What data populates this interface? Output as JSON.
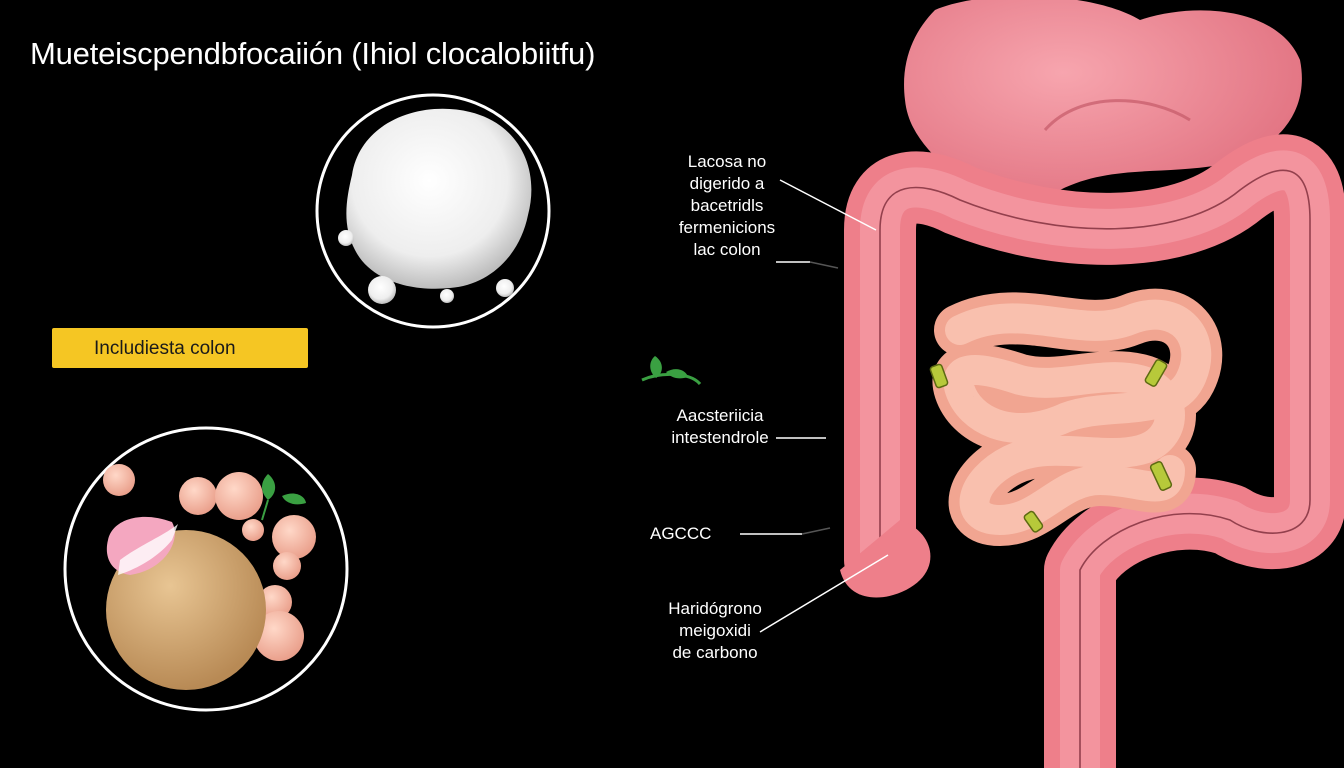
{
  "title": "Mueteiscpendbfocaiión (Ihiol clocalobiitfu)",
  "badge": "Includiesta colon",
  "labels": {
    "lactose": [
      "Lacosa no",
      "digerido a",
      "bacetridls",
      "fermenicions",
      "lac colon"
    ],
    "bacteria": [
      "Aacsteriicia",
      "intestendrole"
    ],
    "agcc": "AGCCC",
    "gases": [
      "Haridógrono",
      "meigoxidi",
      "de carbono"
    ]
  },
  "colors": {
    "background": "#000000",
    "badge": "#f5c623",
    "colon": "#ee7f8a",
    "small_intestine": "#f7b8a4",
    "bacteria": "#b7c93a",
    "lactose_drop": "#f4f4f4"
  },
  "icons": [
    "milk-drop-icon",
    "fermenting-bacteria-icon",
    "leaf-icon"
  ]
}
